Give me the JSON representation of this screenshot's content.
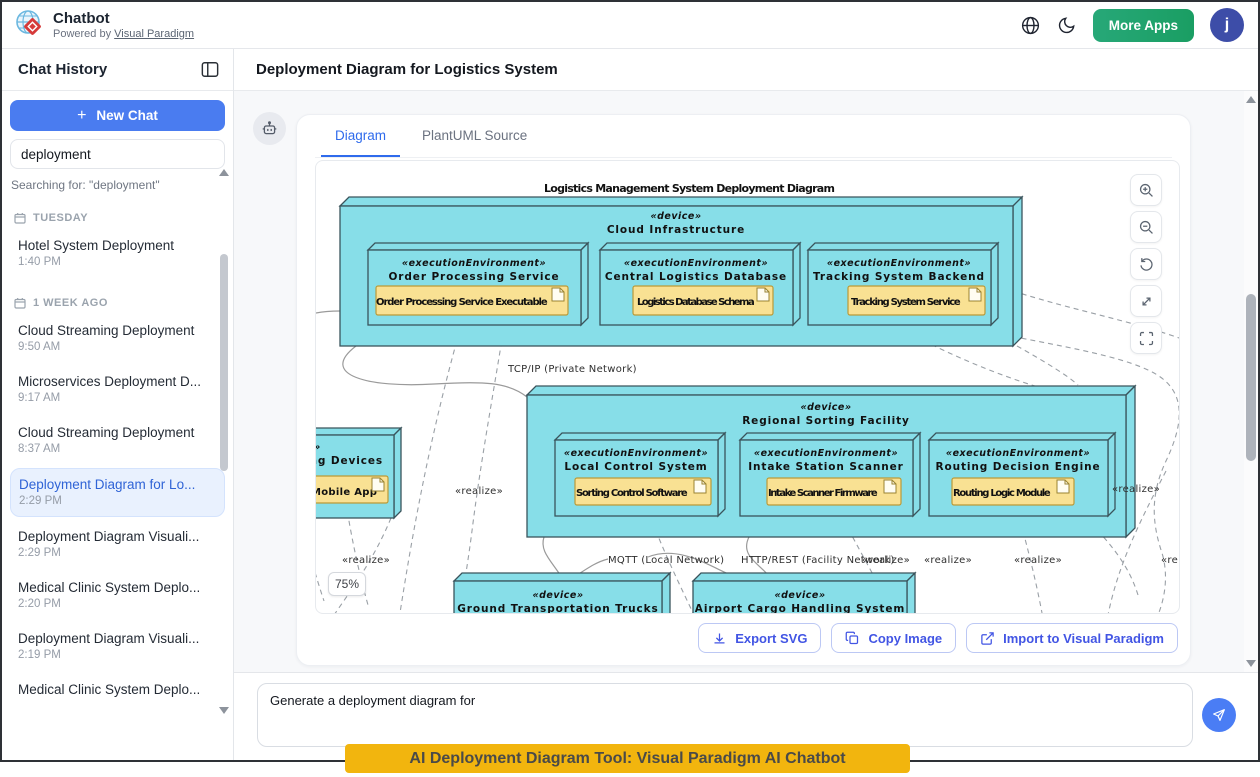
{
  "header": {
    "app_title": "Chatbot",
    "powered_prefix": "Powered by",
    "powered_link": "Visual Paradigm",
    "more_apps_label": "More Apps",
    "avatar_letter": "j"
  },
  "sidebar": {
    "title": "Chat History",
    "new_chat_label": "New Chat",
    "plus": "+",
    "search_value": "deployment",
    "searching_text": "Searching for: \"deployment\"",
    "groups": [
      {
        "label": "TUESDAY",
        "items": [
          {
            "title": "Hotel System Deployment",
            "time": "1:40 PM"
          }
        ]
      },
      {
        "label": "1 WEEK AGO",
        "items": [
          {
            "title": "Cloud Streaming Deployment",
            "time": "9:50 AM"
          },
          {
            "title": "Microservices Deployment D...",
            "time": "9:17 AM"
          },
          {
            "title": "Cloud Streaming Deployment",
            "time": "8:37 AM"
          },
          {
            "title": "Deployment Diagram for Lo...",
            "time": "2:29 PM"
          },
          {
            "title": "Deployment Diagram Visuali...",
            "time": "2:29 PM"
          },
          {
            "title": "Medical Clinic System Deplo...",
            "time": "2:20 PM"
          },
          {
            "title": "Deployment Diagram Visuali...",
            "time": "2:19 PM"
          },
          {
            "title": "Medical Clinic System Deplo...",
            "time": ""
          }
        ]
      }
    ]
  },
  "main": {
    "title": "Deployment Diagram for Logistics System",
    "tabs": [
      {
        "label": "Diagram"
      },
      {
        "label": "PlantUML Source"
      }
    ],
    "zoom_level": "75%",
    "actions": [
      {
        "label": "Export SVG"
      },
      {
        "label": "Copy Image"
      },
      {
        "label": "Import to Visual Paradigm"
      }
    ],
    "input_value": "Generate a deployment diagram for"
  },
  "banner": {
    "text": "AI Deployment Diagram Tool: Visual Paradigm AI Chatbot"
  },
  "diagram": {
    "title": "Logistics Management System Deployment Diagram",
    "stereotypes": {
      "device": "«device»",
      "exec": "«executionEnvironment»"
    },
    "edge_labels": {
      "tcp": "TCP/IP (Private Network)",
      "mqtt": "MQTT (Local Network)",
      "http": "HTTP/REST (Facility Network)",
      "realize": "«realize»",
      "realize_clipped": "«re"
    },
    "cloud": {
      "name": "Cloud Infrastructure",
      "children": [
        {
          "name": "Order Processing Service",
          "artifact": "Order Processing Service Executable"
        },
        {
          "name": "Central Logistics Database",
          "artifact": "Logistics Database Schema"
        },
        {
          "name": "Tracking System Backend",
          "artifact": "Tracking System Service"
        }
      ]
    },
    "facility": {
      "name": "Regional Sorting Facility",
      "children": [
        {
          "name": "Local Control System",
          "artifact": "Sorting Control Software"
        },
        {
          "name": "Intake Station Scanner",
          "artifact": "Intake Scanner Firmware"
        },
        {
          "name": "Routing Decision Engine",
          "artifact": "Routing Logic Module"
        }
      ]
    },
    "clipped_node": {
      "stereotype_fragment": "e»",
      "name_fragment": "ing Devices",
      "artifact_fragment": "r Mobile App"
    },
    "bottom_nodes": [
      {
        "name": "Ground Transportation Trucks"
      },
      {
        "name": "Airport Cargo Handling System"
      }
    ]
  },
  "colors": {
    "accent_blue": "#2f6bec",
    "node_fill": "#87dee8",
    "artifact_fill": "#f9e193",
    "banner_yellow": "#f2b50e",
    "more_apps_green": "#1a9e63",
    "avatar_indigo": "#3d4da8"
  }
}
